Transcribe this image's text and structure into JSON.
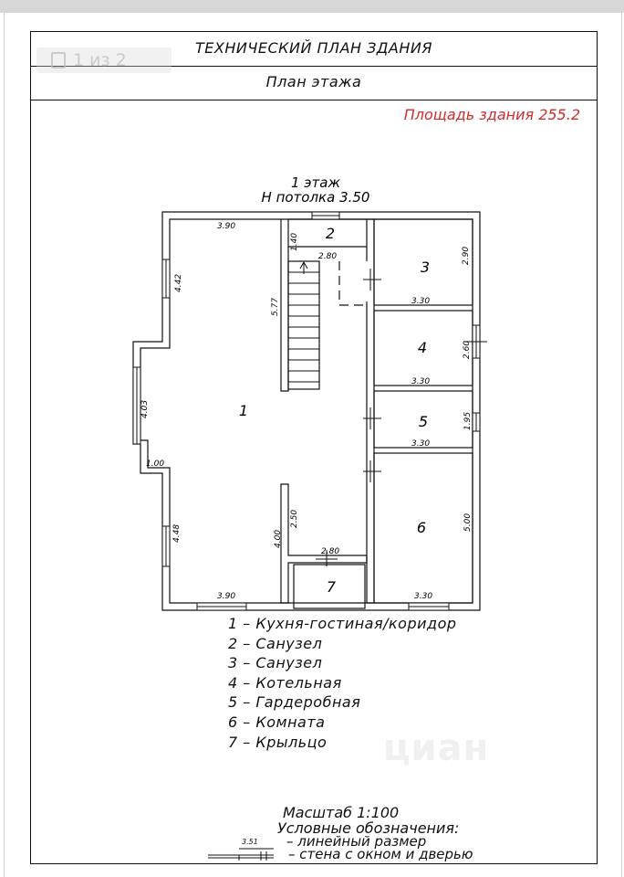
{
  "header": {
    "title": "ТЕХНИЧЕСКИЙ ПЛАН ЗДАНИЯ",
    "subtitle": "План этажа",
    "area": "Площадь здания 255.2"
  },
  "pager": {
    "label": "1 из 2"
  },
  "floor": {
    "name": "1 этаж",
    "ceiling": "Н потолка 3.50"
  },
  "rooms": [
    {
      "number": "1"
    },
    {
      "number": "2"
    },
    {
      "number": "3"
    },
    {
      "number": "4"
    },
    {
      "number": "5"
    },
    {
      "number": "6"
    },
    {
      "number": "7"
    }
  ],
  "dimensions": [
    "3.90",
    "1.40",
    "2.80",
    "4.42",
    "5.77",
    "2.90",
    "3.30",
    "2.60",
    "3.30",
    "4.03",
    "1.95",
    "3.30",
    "1.00",
    "2.50",
    "4.48",
    "4.00",
    "5.00",
    "2.80",
    "3.90",
    "3.30"
  ],
  "legend": [
    "1 – Кухня-гостиная/коридор",
    "2 – Санузел",
    "3 – Санузел",
    "4 – Котельная",
    "5 – Гардеробная",
    "6 – Комната",
    "7 – Крыльцо"
  ],
  "footer": {
    "scale": "Масштаб 1:100",
    "notation_title": "Условные обозначения:",
    "notation_sample": "3.51",
    "notation_linear": "– линейный размер",
    "notation_wall": "– стена с окном и дверью"
  },
  "watermark": "циан",
  "colors": {
    "area_text": "#d42a2a",
    "lines": "#111111"
  }
}
